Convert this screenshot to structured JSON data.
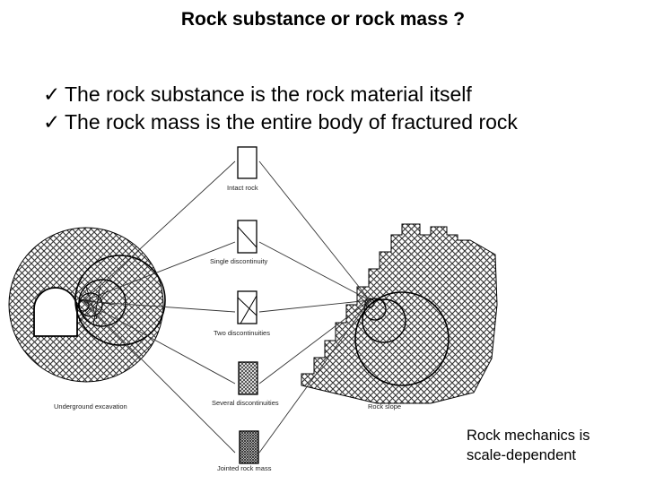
{
  "slide": {
    "title": "Rock substance or rock mass ?",
    "bullets": [
      {
        "mark": "✓",
        "text": "The rock substance is the rock material itself"
      },
      {
        "mark": "✓",
        "text": "The rock mass is the entire body of fractured rock"
      }
    ],
    "note": {
      "line1": "Rock mechanics is",
      "line2": "scale-dependent"
    }
  },
  "diagram": {
    "labels": {
      "intact": "Intact rock",
      "single": "Single discontinuity",
      "two": "Two discontinuities",
      "several": "Several discontinuities",
      "jointed": "Jointed rock mass",
      "underground": "Underground excavation",
      "slope": "Rock slope"
    },
    "colors": {
      "ink": "#000000",
      "hatch": "#333333",
      "background": "#ffffff"
    }
  }
}
